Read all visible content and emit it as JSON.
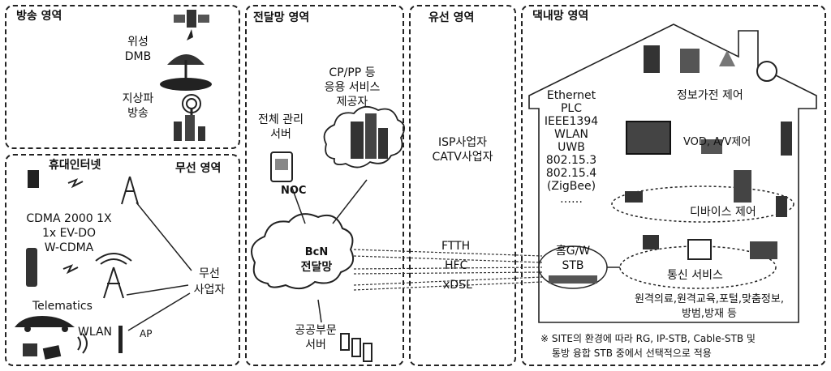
{
  "broadcast": {
    "title": "방송 영역",
    "satellite_dmb": [
      "위성",
      "DMB"
    ],
    "terrestrial": [
      "지상파",
      "방송"
    ]
  },
  "wireless": {
    "title": "무선 영역",
    "mobile_internet": "휴대인터넷",
    "cdma": [
      "CDMA 2000 1X",
      "1x EV-DO",
      "W-CDMA"
    ],
    "operator": [
      "무선",
      "사업자"
    ],
    "telematics": "Telematics",
    "wlan": "WLAN",
    "ap": "AP"
  },
  "transport": {
    "title": "전달망 영역",
    "cp_pp": [
      "CP/PP 등",
      "응용 서비스",
      "제공자"
    ],
    "mgmt_server": [
      "전체 관리",
      "서버"
    ],
    "noc": "NOC",
    "bcn": [
      "BcN",
      "전달망"
    ],
    "public_server": [
      "공공부문",
      "서버"
    ]
  },
  "wired": {
    "title": "유선 영역",
    "providers": [
      "ISP사업자",
      "CATV사업자"
    ],
    "links": [
      "FTTH",
      "HFC",
      "xDSL"
    ]
  },
  "home": {
    "title": "댁내망 영역",
    "techs": [
      "Ethernet",
      "PLC",
      "IEEE1394",
      "WLAN",
      "UWB",
      "802.15.3",
      "802.15.4",
      "(ZigBee)",
      "……"
    ],
    "info_appliance": "정보가전 제어",
    "vod": "VOD, A/V제어",
    "device_control": "디바이스 제어",
    "gateway": [
      "홈G/W",
      "STB"
    ],
    "comm_service": "통신 서비스",
    "comm_detail": [
      "원격의료,원격교육,포털,맞춤정보,",
      "방범,방재 등"
    ],
    "note": [
      "※ SITE의 환경에 따라 RG, IP-STB, Cable-STB 및",
      "통방 융합 STB 중에서 선택적으로 적용"
    ]
  }
}
